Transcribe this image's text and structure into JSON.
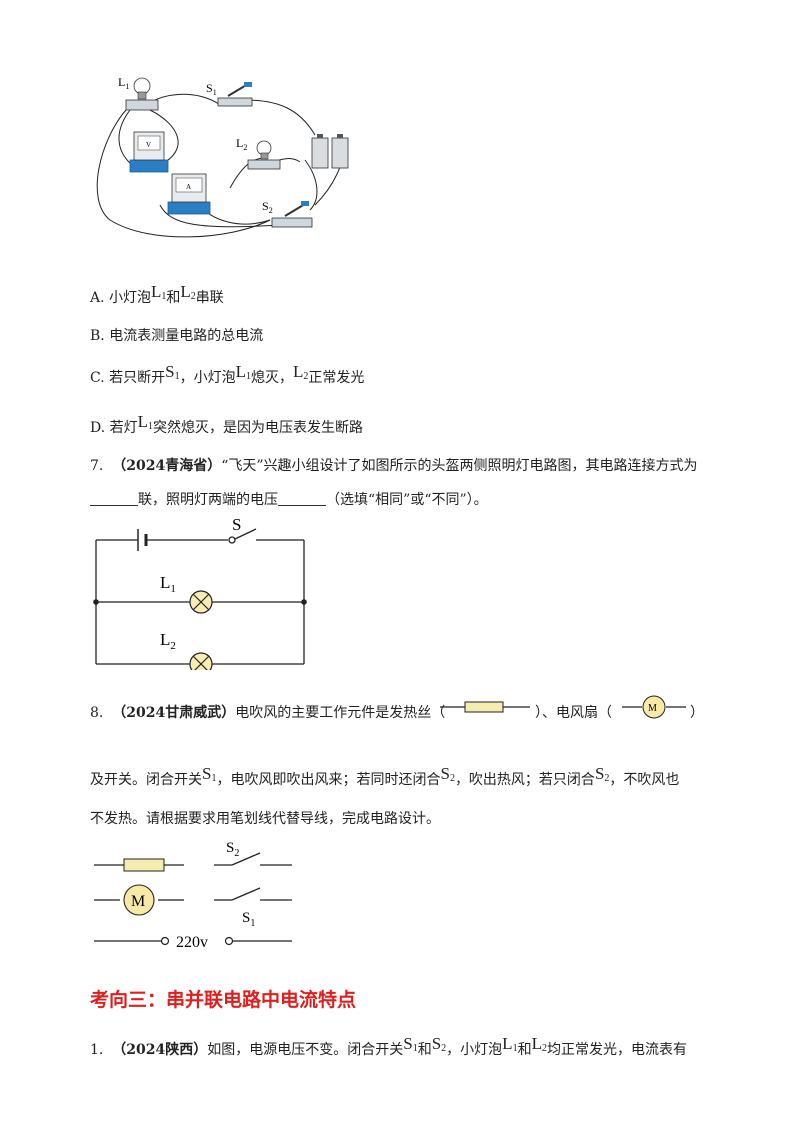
{
  "figure1": {
    "labels": {
      "L1": "L",
      "L1_sub": "1",
      "S1": "S",
      "S1_sub": "1",
      "L2": "L",
      "L2_sub": "2",
      "S2": "S",
      "S2_sub": "2",
      "voltmeter": "V",
      "ammeter": "A"
    }
  },
  "options": {
    "a": {
      "prefix": "A.  小灯泡",
      "sym1": "L",
      "sub1": "1",
      "mid": "和",
      "sym2": "L",
      "sub2": "2",
      "suffix": "串联"
    },
    "b": {
      "text": "B.  电流表测量电路的总电流"
    },
    "c": {
      "prefix": "C.  若只断开",
      "sym1": "S",
      "sub1": "1",
      "mid1": "，小灯泡",
      "sym2": "L",
      "sub2": "1",
      "mid2": "熄灭，",
      "sym3": "L",
      "sub3": "2",
      "suffix": "正常发光"
    },
    "d": {
      "prefix": "D.  若灯",
      "sym1": "L",
      "sub1": "1",
      "suffix": "突然熄灭，是因为电压表发生断路"
    }
  },
  "q7": {
    "number": "7.",
    "tag": "（2024青海省）",
    "line1": "“飞天”兴趣小组设计了如图所示的头盔两侧照明灯电路图，其电路连接方式为",
    "line2a": "联，照明灯两端的电压",
    "line2b": "（选填“相同”或“不同”）。",
    "circuit": {
      "S": "S",
      "L1": "L",
      "L1_sub": "1",
      "L2": "L",
      "L2_sub": "2"
    }
  },
  "q8": {
    "number": "8.",
    "tag": "（2024甘肃威武）",
    "line1a": "电吹风的主要工作元件是发热丝（",
    "line1b": "）、电风扇（",
    "line1c": "）",
    "motor_label": "M",
    "line2a": "及开关。闭合开关",
    "sym_s1": "S",
    "sub_s1": "1",
    "line2b": "，电吹风即吹出风来；若同时还闭合",
    "sym_s2": "S",
    "sub_s2": "2",
    "line2c": "，吹出热风；若只闭合",
    "sym_s2b": "S",
    "sub_s2b": "2",
    "line2d": "，不吹风也",
    "line3": "不发热。请根据要求用笔划线代替导线，完成电路设计。",
    "diagram": {
      "S2": "S",
      "S2_sub": "2",
      "S1": "S",
      "S1_sub": "1",
      "M": "M",
      "supply": "220v"
    }
  },
  "section3": {
    "heading": "考向三：串并联电路中电流特点"
  },
  "q1": {
    "number": "1.",
    "tag": "（2024陕西）",
    "a": "如图，电源电压不变。闭合开关",
    "sym1": "S",
    "sub1": "1",
    "mid1": "和",
    "sym2": "S",
    "sub2": "2",
    "mid2": "，小灯泡",
    "sym3": "L",
    "sub3": "1",
    "mid3": "和",
    "sym4": "L",
    "sub4": "2",
    "suffix": "均正常发光，电流表有"
  },
  "colors": {
    "heading": "#e01e1e",
    "meter_blue": "#2a7fc4",
    "resistor_fill": "#f5ecb0",
    "lamp_fill": "#f8ecb4",
    "motor_fill": "#f8e9a6"
  }
}
